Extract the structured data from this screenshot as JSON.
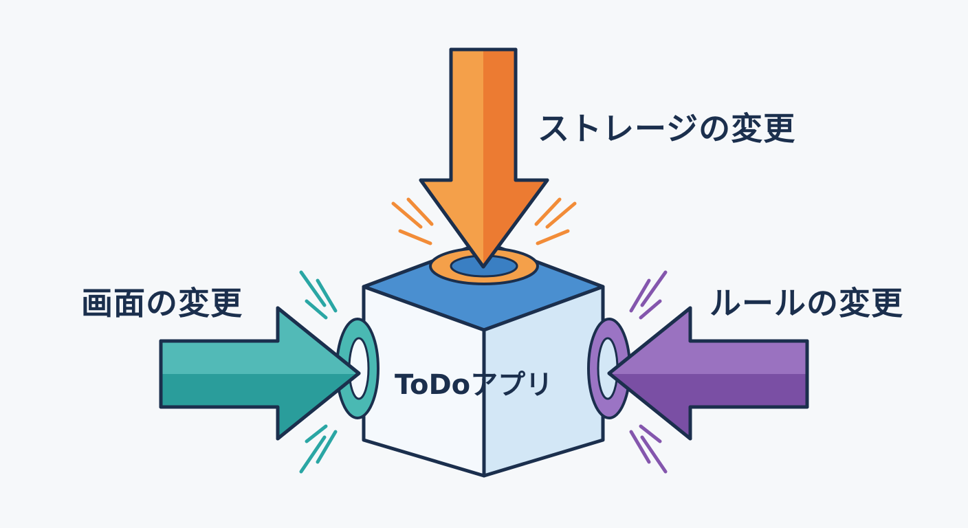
{
  "center_label": "ToDoアプリ",
  "forces": {
    "top": {
      "label": "ストレージの変更",
      "color": "#f28c38"
    },
    "left": {
      "label": "画面の変更",
      "color": "#2aa6a4"
    },
    "right": {
      "label": "ルールの変更",
      "color": "#8456ad"
    }
  },
  "colors": {
    "outline": "#1b2f4d",
    "cube_top": "#4a8fd0",
    "cube_front_left": "#f5f9fd",
    "cube_front_right": "#d3e7f6"
  }
}
